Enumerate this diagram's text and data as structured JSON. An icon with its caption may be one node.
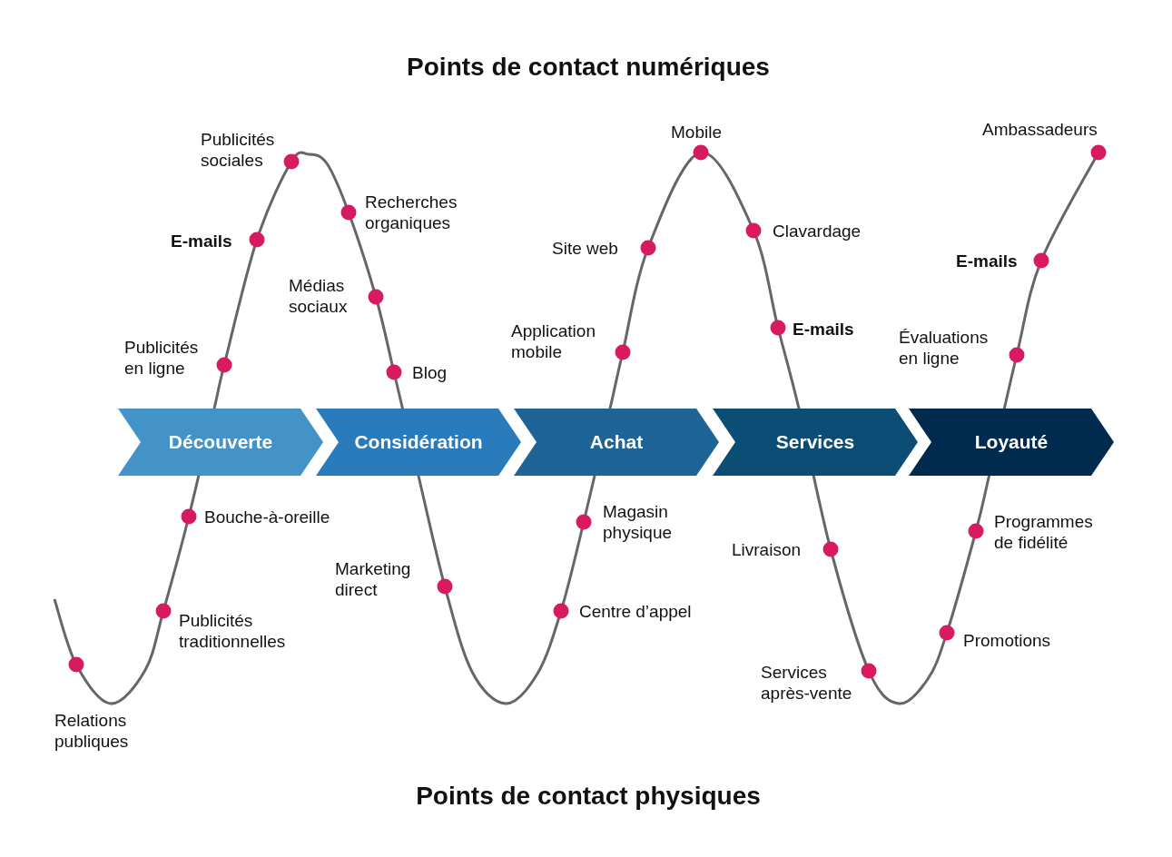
{
  "diagram": {
    "title": "Points de contact numériques",
    "caption": "Points de contact physiques",
    "nodes": [
      {
        "text": [
          "Découverte"
        ]
      },
      {
        "text": [
          "Considération"
        ]
      },
      {
        "text": [
          "Achat"
        ]
      },
      {
        "text": [
          "Services"
        ]
      },
      {
        "text": [
          "Loyauté"
        ]
      },
      {
        "text": [],
        "shape": "circle",
        "beside": [
          "Relations publiques"
        ]
      },
      {
        "text": [],
        "shape": "circle",
        "beside": [
          "Publicités traditionnelles"
        ]
      },
      {
        "text": [],
        "shape": "circle",
        "beside": [
          "Bouche-à-oreille"
        ]
      },
      {
        "text": [],
        "shape": "circle",
        "beside": [
          "Publicités en ligne"
        ]
      },
      {
        "text": [],
        "shape": "circle",
        "beside": [
          "E-mails"
        ]
      },
      {
        "text": [],
        "shape": "circle",
        "beside": [
          "Publicités sociales"
        ]
      },
      {
        "text": [],
        "shape": "circle",
        "beside": [
          "Recherches organiques"
        ]
      },
      {
        "text": [],
        "shape": "circle",
        "beside": [
          "Médias sociaux"
        ]
      },
      {
        "text": [],
        "shape": "circle",
        "beside": [
          "Blog"
        ]
      },
      {
        "text": [],
        "shape": "circle",
        "beside": [
          "Marketing direct"
        ]
      },
      {
        "text": [],
        "shape": "circle",
        "beside": [
          "Centre d’appel"
        ]
      },
      {
        "text": [],
        "shape": "circle",
        "beside": [
          "Magasin physique"
        ]
      },
      {
        "text": [],
        "shape": "circle",
        "beside": [
          "Application mobile"
        ]
      },
      {
        "text": [],
        "shape": "circle",
        "beside": [
          "Site web"
        ]
      },
      {
        "text": [],
        "shape": "circle",
        "beside": [
          "Mobile"
        ]
      },
      {
        "text": [],
        "shape": "circle",
        "beside": [
          "Clavardage"
        ]
      },
      {
        "text": [],
        "shape": "circle",
        "beside": [
          "E-mails"
        ]
      },
      {
        "text": [],
        "shape": "circle",
        "beside": [
          "Livraison"
        ]
      },
      {
        "text": [],
        "shape": "circle",
        "beside": [
          "Services après-vente"
        ]
      },
      {
        "text": [],
        "shape": "circle",
        "beside": [
          "Promotions"
        ]
      },
      {
        "text": [],
        "shape": "circle",
        "beside": [
          "Programmes de fidélité"
        ]
      },
      {
        "text": [],
        "shape": "circle",
        "beside": [
          "Évaluations en ligne"
        ]
      },
      {
        "text": [],
        "shape": "circle",
        "beside": [
          "E-mails"
        ]
      },
      {
        "text": [],
        "shape": "circle",
        "beside": [
          "Ambassadeurs"
        ]
      }
    ],
    "edges": []
  }
}
